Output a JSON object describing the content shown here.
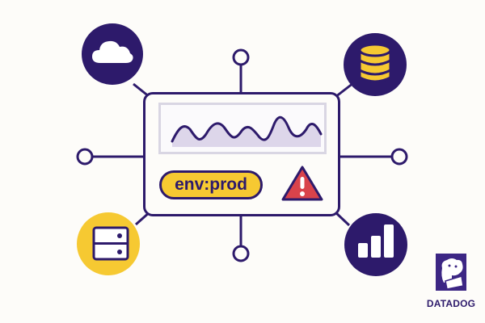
{
  "card": {
    "tag_label": "env:prod",
    "chart_icon": "line-wave-chart",
    "alert_icon": "warning-triangle-icon"
  },
  "nodes": [
    {
      "position": "top-left",
      "icon": "cloud-icon",
      "fill": "#2d1a6b"
    },
    {
      "position": "top-right",
      "icon": "database-icon",
      "fill": "#2d1a6b"
    },
    {
      "position": "bottom-left",
      "icon": "server-icon",
      "fill": "#f6c932"
    },
    {
      "position": "bottom-right",
      "icon": "bar-chart-icon",
      "fill": "#2d1a6b"
    }
  ],
  "logo": {
    "text": "DATADOG"
  },
  "colors": {
    "primary": "#2d1a6b",
    "accent": "#f6c932",
    "alert": "#d9434b",
    "chart_fill": "#ddd6ea",
    "background": "#fdfcf9"
  }
}
